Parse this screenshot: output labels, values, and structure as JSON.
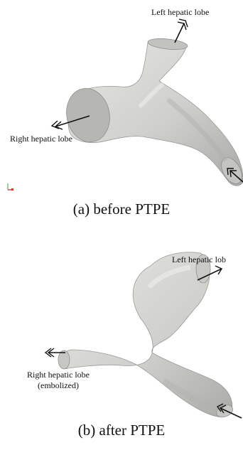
{
  "panel_a": {
    "caption": "(a) before PTPE",
    "labels": {
      "left_lobe": "Left hepatic lobe",
      "right_lobe": "Right hepatic lobe"
    }
  },
  "panel_b": {
    "caption": "(b) after PTPE",
    "labels": {
      "left_lobe": "Left hepatic lob",
      "right_lobe_line1": "Right hepatic lobe",
      "right_lobe_line2": "(embolized)"
    }
  },
  "colors": {
    "vessel_fill": "#d4d4d2",
    "vessel_shade": "#a9a9a6",
    "vessel_face": "#bcbcb9",
    "arrow": "#111111",
    "axis_red": "#d83a2a",
    "axis_green": "#3aa14a"
  }
}
